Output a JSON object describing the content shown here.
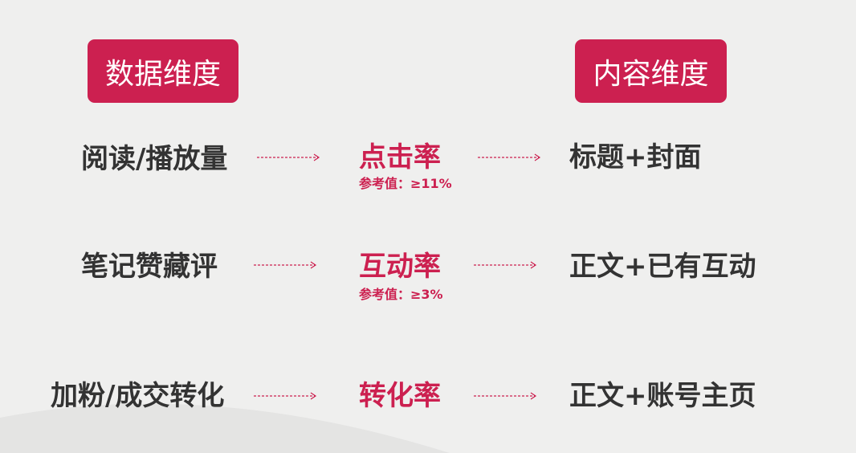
{
  "headers": {
    "data_dimension": "数据维度",
    "content_dimension": "内容维度"
  },
  "rows": [
    {
      "source": "阅读/播放量",
      "metric": "点击率",
      "reference": "参考值：≥11%",
      "target": "标题+封面"
    },
    {
      "source": "笔记赞藏评",
      "metric": "互动率",
      "reference": "参考值：≥3%",
      "target": "正文+已有互动"
    },
    {
      "source": "加粉/成交转化",
      "metric": "转化率",
      "target": "正文+账号主页"
    }
  ],
  "colors": {
    "accent": "#cc2050",
    "text": "#333333",
    "background": "#efefee"
  }
}
